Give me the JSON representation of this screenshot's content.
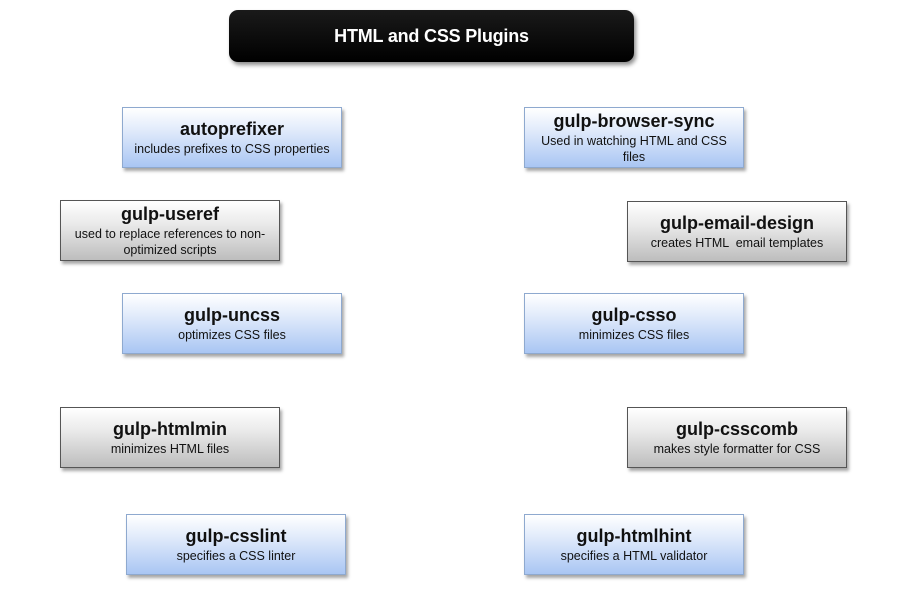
{
  "title": "HTML and CSS Plugins",
  "plugins": [
    {
      "name": "autoprefixer",
      "desc": "includes prefixes to CSS properties"
    },
    {
      "name": "gulp-browser-sync",
      "desc": "Used in watching HTML and CSS files"
    },
    {
      "name": "gulp-useref",
      "desc": "used to replace references to non-optimized scripts"
    },
    {
      "name": "gulp-email-design",
      "desc": "creates HTML  email templates"
    },
    {
      "name": "gulp-uncss",
      "desc": "optimizes CSS files"
    },
    {
      "name": "gulp-csso",
      "desc": "minimizes CSS files"
    },
    {
      "name": "gulp-htmlmin",
      "desc": "minimizes HTML files"
    },
    {
      "name": "gulp-csscomb",
      "desc": "makes style formatter for CSS"
    },
    {
      "name": "gulp-csslint",
      "desc": "specifies a CSS linter"
    },
    {
      "name": "gulp-htmlhint",
      "desc": "specifies a HTML validator"
    }
  ]
}
